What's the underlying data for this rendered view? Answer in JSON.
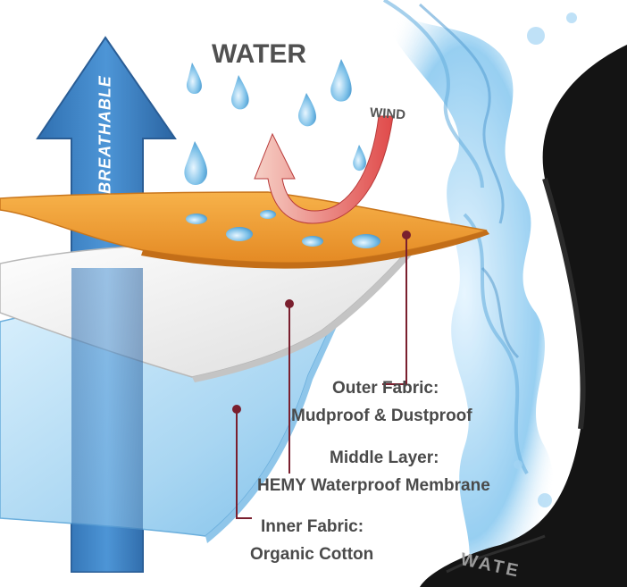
{
  "diagram": {
    "water_label": "WATER",
    "wind_label": "WIND",
    "breathable_label": "BREATHABLE",
    "layers": [
      {
        "title": "Outer Fabric:",
        "desc": "Mudproof & Dustproof"
      },
      {
        "title": "Middle Layer:",
        "desc": "HEMY Waterproof Membrane"
      },
      {
        "title": "Inner Fabric:",
        "desc": "Organic Cotton"
      }
    ],
    "sock_text": "WATE",
    "colors": {
      "outer_layer": "#f0a23a",
      "middle_layer": "#f2f2f2",
      "inner_layer": "#bfe3f7",
      "arrow_blue": "#3f86c8",
      "wind_red": "#e04a4a",
      "pointer": "#7a1f2e",
      "label_text": "#4a4a4a"
    }
  }
}
